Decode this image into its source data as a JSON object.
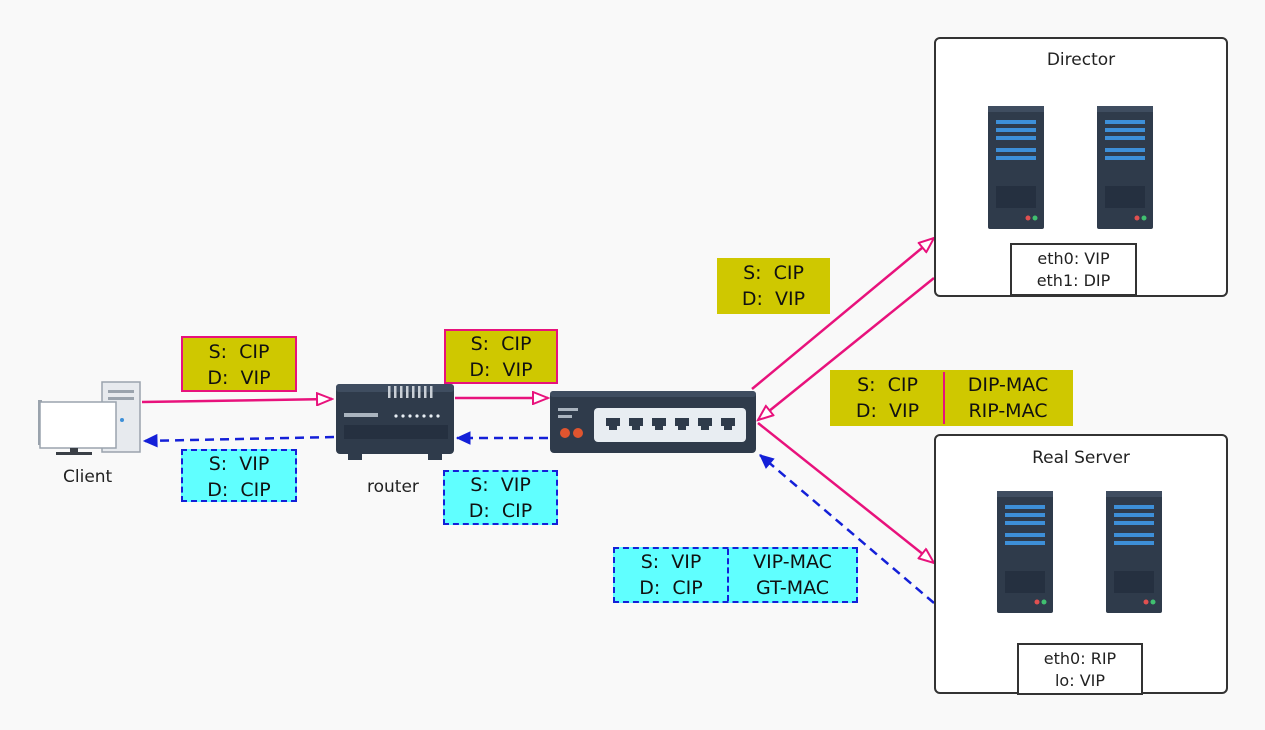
{
  "colors": {
    "request_line": "#e8127c",
    "reply_line": "#1420d8",
    "request_fill": "#cfc800",
    "reply_fill": "#60ffff",
    "server_dark": "#2f3b4b",
    "server_accent": "#3d8fd8"
  },
  "nodes": {
    "client_label": "Client",
    "router_label": "router",
    "director": {
      "title": "Director",
      "interfaces": [
        "eth0:  VIP",
        "eth1:  DIP"
      ]
    },
    "real_server": {
      "title": "Real Server",
      "interfaces": [
        "eth0:  RIP",
        "lo:  VIP"
      ]
    }
  },
  "packets": {
    "client_to_router": [
      "S:  CIP",
      "D:  VIP"
    ],
    "router_to_client": [
      "S:  VIP",
      "D:  CIP"
    ],
    "router_to_switch": [
      "S:  CIP",
      "D:  VIP"
    ],
    "switch_to_router": [
      "S:  VIP",
      "D:  CIP"
    ],
    "switch_to_director": [
      "S:  CIP",
      "D:  VIP"
    ],
    "director_to_realserver": {
      "ip": [
        "S:  CIP",
        "D:  VIP"
      ],
      "mac": [
        "DIP-MAC",
        "RIP-MAC"
      ]
    },
    "realserver_reply": {
      "ip": [
        "S:  VIP",
        "D:  CIP"
      ],
      "mac": [
        "VIP-MAC",
        "GT-MAC"
      ]
    }
  }
}
